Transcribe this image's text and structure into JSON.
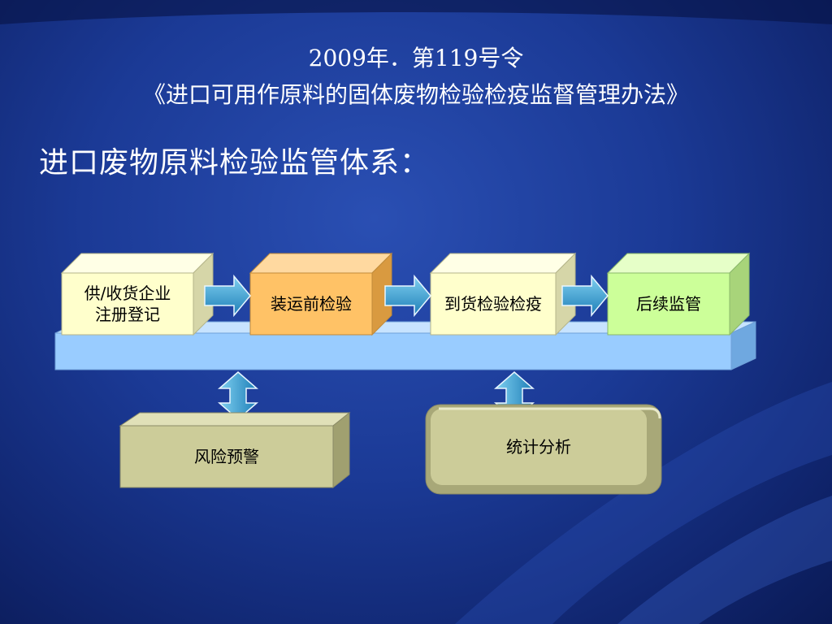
{
  "slide": {
    "title_line1": "2009年．第119号令",
    "title_line2": "《进口可用作原料的固体废物检验检疫监督管理办法》",
    "heading": "进口废物原料检验监管体系："
  },
  "diagram": {
    "process_steps": [
      {
        "label": "供/收货企业\n注册登记",
        "color": "#ffffcc"
      },
      {
        "label": "装运前检验",
        "color": "#ffc266"
      },
      {
        "label": "到货检验检疫",
        "color": "#ffffcc"
      },
      {
        "label": "后续监管",
        "color": "#ccff99"
      }
    ],
    "support_boxes": [
      {
        "label": "风险预警",
        "color": "#cccc99"
      },
      {
        "label": "统计分析",
        "color": "#cccc99"
      }
    ],
    "colors": {
      "platform": "#99ccff",
      "arrow": "#3399cc"
    }
  }
}
